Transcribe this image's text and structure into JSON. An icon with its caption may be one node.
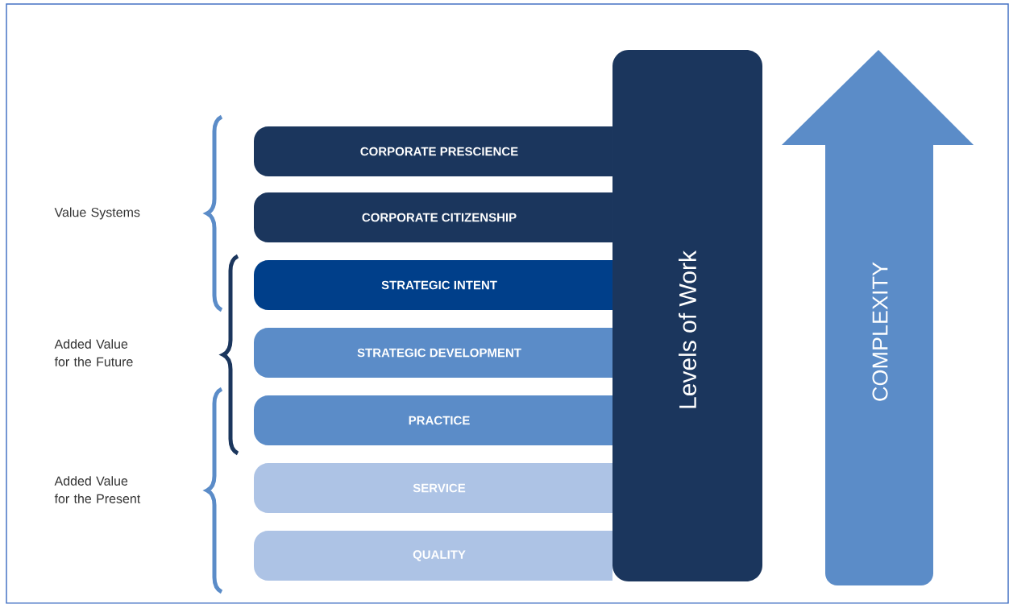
{
  "diagram": {
    "nodes": [
      {
        "text": [
          "CORPORATE PRESCIENCE"
        ]
      },
      {
        "text": [
          "CORPORATE CITIZENSHIP"
        ]
      },
      {
        "text": [
          "STRATEGIC INTENT"
        ]
      },
      {
        "text": [
          "STRATEGIC DEVELOPMENT"
        ]
      },
      {
        "text": [
          "PRACTICE"
        ]
      },
      {
        "text": [
          "SERVICE"
        ]
      },
      {
        "text": [
          "QUALITY"
        ]
      },
      {
        "text": [
          "Levels of Work"
        ]
      },
      {
        "text": [
          "COMPLEXITY"
        ]
      }
    ],
    "labels": [
      "Value Systems",
      "Added Value for the Future",
      "Added Value for the Present"
    ]
  }
}
